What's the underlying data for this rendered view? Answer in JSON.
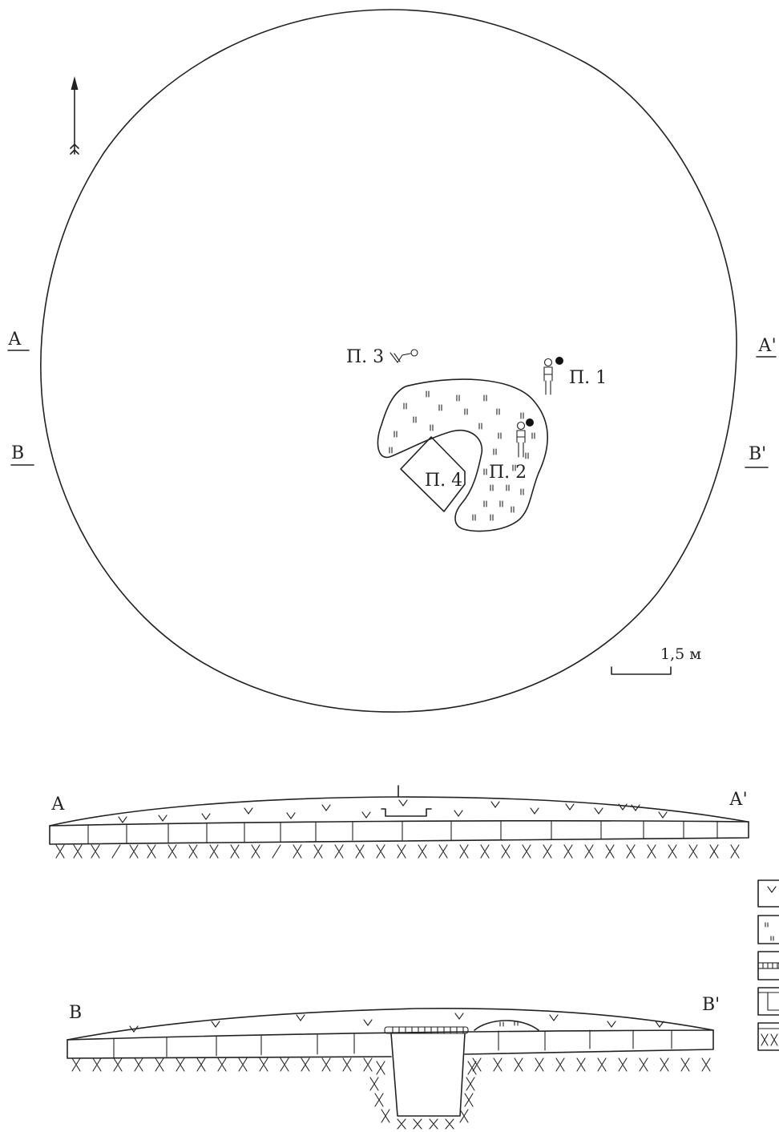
{
  "plan": {
    "burials": {
      "p1": "П. 1",
      "p2": "П. 2",
      "p3": "П. 3",
      "p4": "П. 4"
    },
    "section_markers": {
      "a": "А",
      "a_prime": "А'",
      "b": "В",
      "b_prime": "В'"
    },
    "scale_label": "1,5 м",
    "north_arrow_icon": "north-arrow-icon"
  },
  "section_aa": {
    "left_label": "А",
    "right_label": "А'"
  },
  "section_bb": {
    "left_label": "В",
    "right_label": "В'"
  },
  "legend": {
    "swatches": [
      "v-mark-swatch",
      "dash-mark-swatch",
      "ladder-swatch",
      "block-swatch",
      "hatch-swatch"
    ]
  }
}
